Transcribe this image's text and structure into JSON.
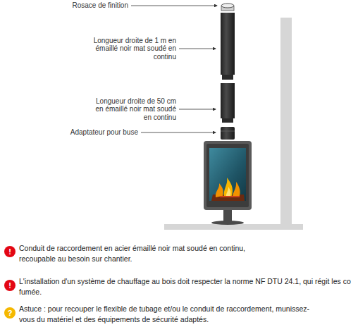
{
  "diagram": {
    "labels": [
      "Rosace de finition",
      "Longueur droite de 1 m en émaillé noir mat soudé en continu",
      "Longueur droite de 50 cm en émaillé noir mat soudé en continu",
      "Adaptateur pour buse",
      "!",
      "Conduit de raccordement en acier émaillé noir mat soudé en continu, recoupable au besoin sur chantier.",
      "!",
      "L'installation d'un système de chauffage au bois doit respecter la norme NF DTU 24.1, qui régit les co fumée.",
      "?",
      "Astuce : pour recouper le flexible de tubage et/ou le conduit de raccordement, munissez-vous du matériel et des équipements de sécurité adaptés."
    ]
  }
}
